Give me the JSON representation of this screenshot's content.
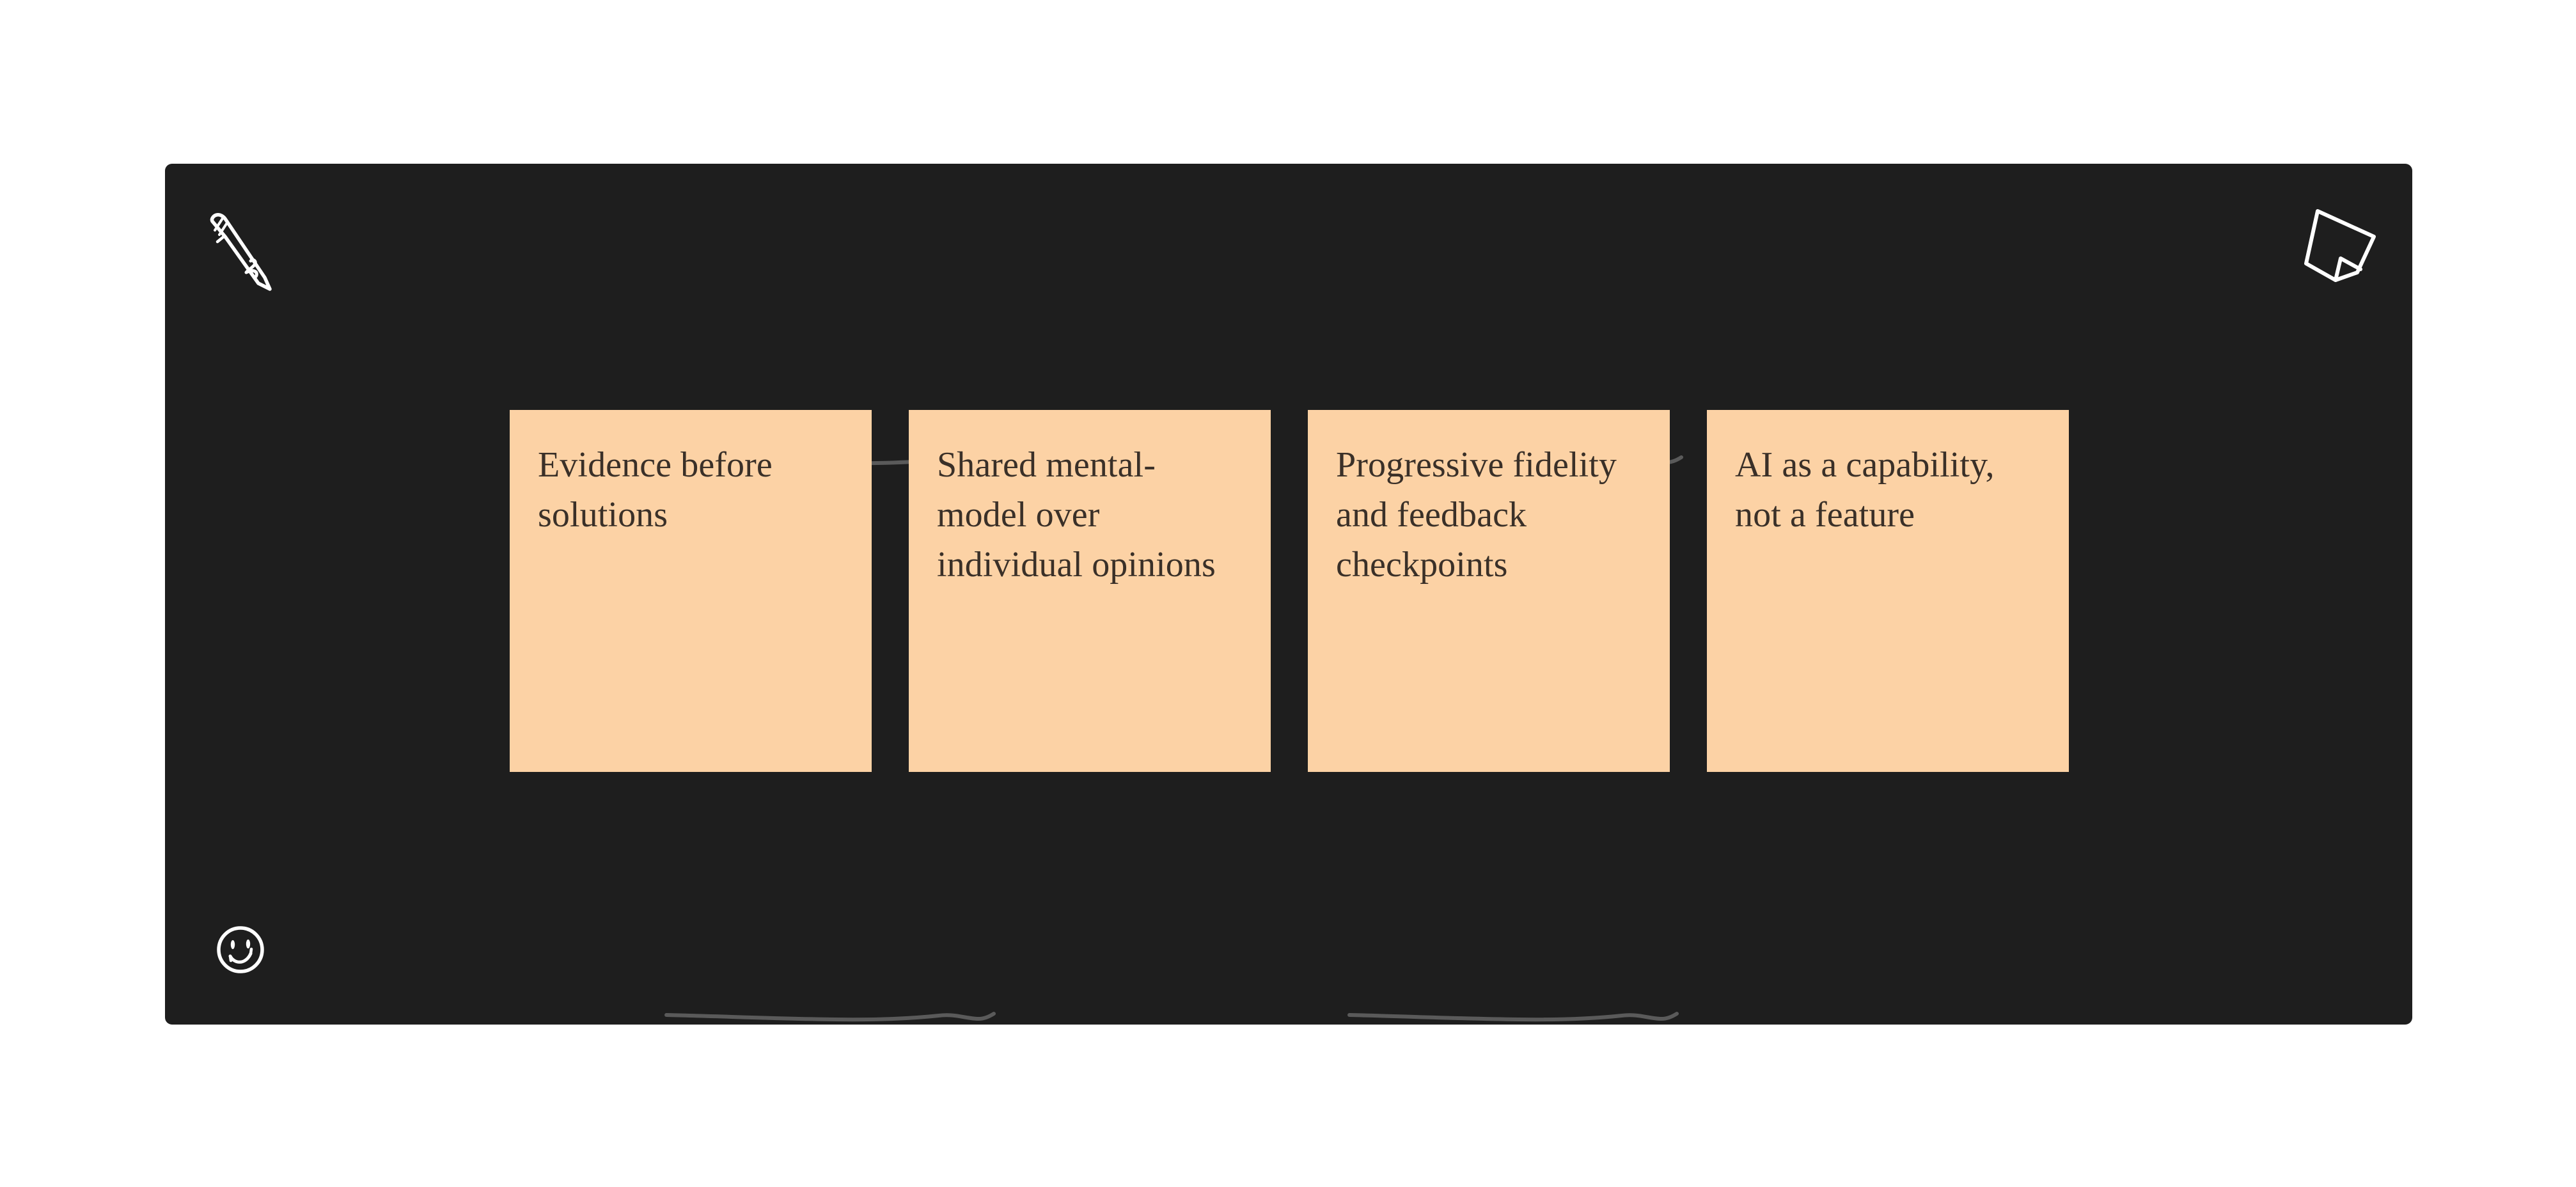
{
  "board": {
    "background_color": "#1e1e1e",
    "page_background_color": "#ffffff"
  },
  "icons": {
    "pencil": "pencil-icon",
    "sticky_note": "sticky-note-icon",
    "smiley": "smiley-face-icon",
    "stroke_color": "#ffffff"
  },
  "dividers": {
    "color": "#5a5a5a",
    "top": [
      "squiggle-line",
      "squiggle-line"
    ],
    "bottom": [
      "squiggle-line",
      "squiggle-line"
    ]
  },
  "notes": {
    "background_color": "#fcd2a5",
    "text_color": "#3a3028",
    "items": [
      {
        "text": "Evidence before solutions"
      },
      {
        "text": "Shared mental-model over individual opinions"
      },
      {
        "text": "Progressive fidelity and feedback checkpoints"
      },
      {
        "text": "AI as a capability, not a feature"
      }
    ]
  }
}
